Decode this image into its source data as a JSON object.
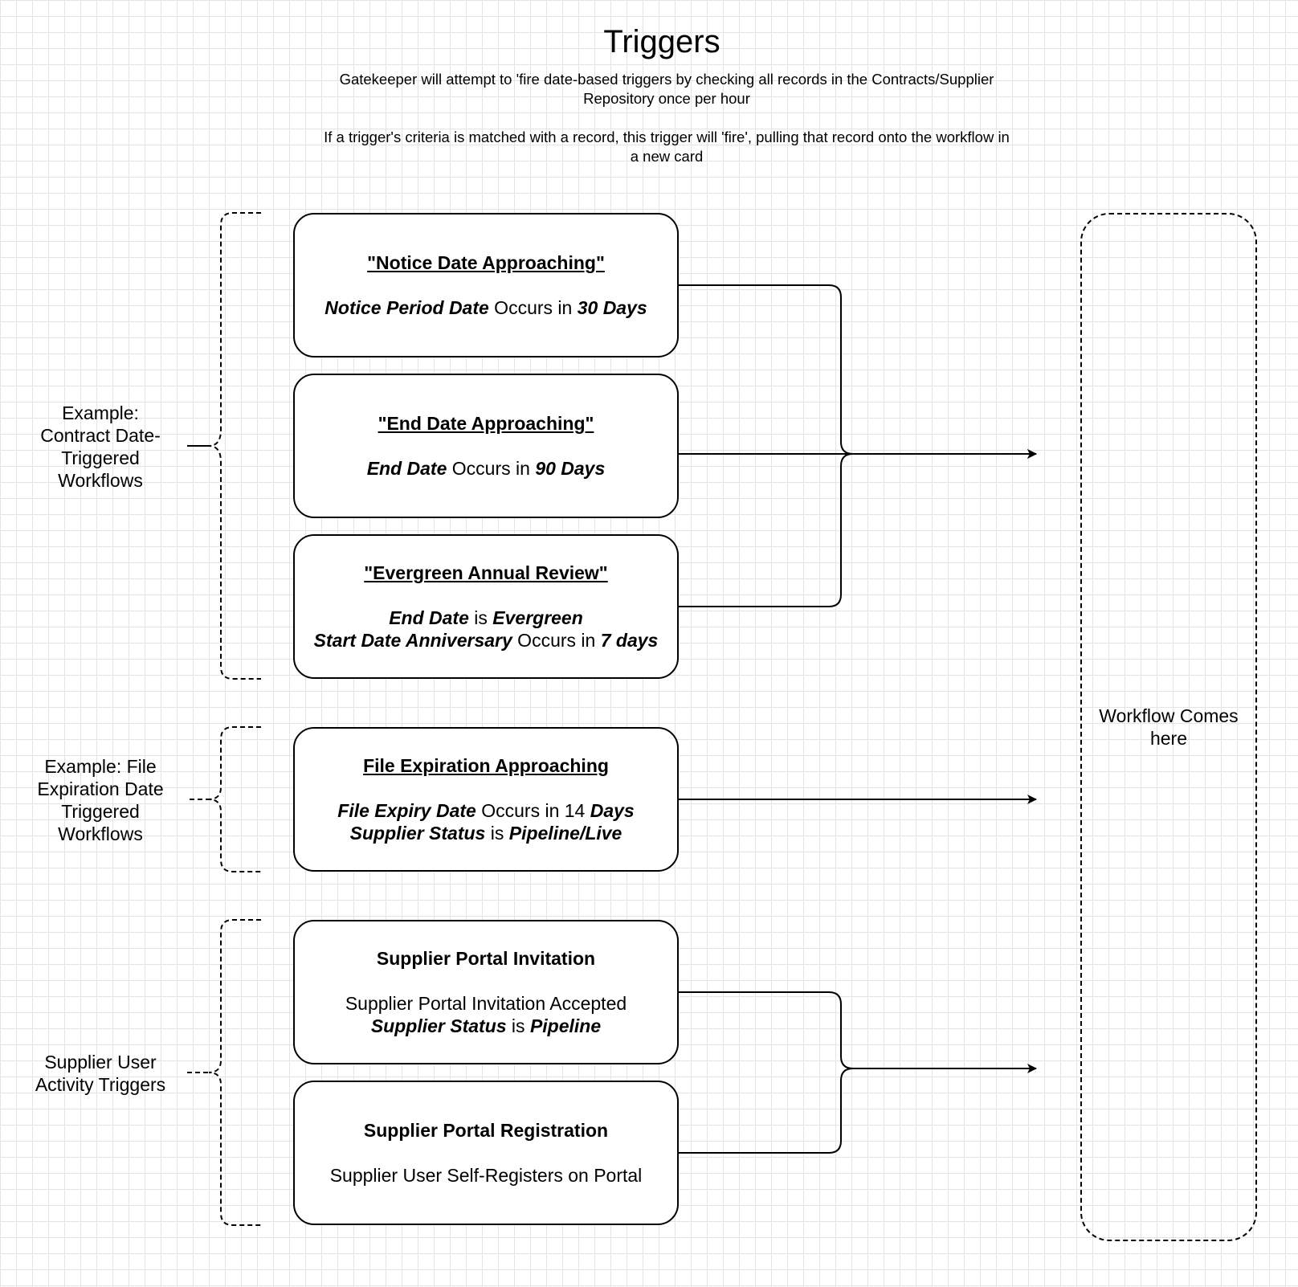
{
  "title": "Triggers",
  "description_1": [
    "Gatekeeper will attempt to 'fire date-based triggers by checking all records in the Contracts/Supplier",
    "Repository once per hour"
  ],
  "description_2": [
    "If a trigger's criteria is matched with a record, this trigger will 'fire', pulling that record onto the workflow in",
    "a new card"
  ],
  "groups": [
    {
      "label": [
        "Example:",
        "Contract Date-",
        "Triggered",
        "Workflows"
      ]
    },
    {
      "label": [
        "Example: File",
        "Expiration Date",
        "Triggered",
        "Workflows"
      ]
    },
    {
      "label": [
        "Supplier User",
        "Activity Triggers"
      ]
    }
  ],
  "cards": [
    {
      "title": "\"Notice Date Approaching\"",
      "lines": [
        [
          {
            "t": "Notice Period Date",
            "s": "bi"
          },
          {
            "t": " Occurs in "
          },
          {
            "t": "30 Days",
            "s": "bi"
          }
        ]
      ]
    },
    {
      "title": "\"End Date Approaching\"",
      "lines": [
        [
          {
            "t": "End Date",
            "s": "bi"
          },
          {
            "t": " Occurs in "
          },
          {
            "t": "90 Days",
            "s": "bi"
          }
        ]
      ]
    },
    {
      "title": "\"Evergreen Annual Review\"",
      "lines": [
        [
          {
            "t": "End Date",
            "s": "bi"
          },
          {
            "t": " is "
          },
          {
            "t": "Evergreen",
            "s": "bi"
          }
        ],
        [
          {
            "t": "Start Date Anniversary",
            "s": "bi"
          },
          {
            "t": " Occurs in "
          },
          {
            "t": "7 days",
            "s": "bi"
          }
        ]
      ]
    },
    {
      "title": "File Expiration Approaching",
      "lines": [
        [
          {
            "t": "File Expiry Date",
            "s": "bi"
          },
          {
            "t": " Occurs in 14 "
          },
          {
            "t": "Days",
            "s": "bi"
          }
        ],
        [
          {
            "t": "Supplier Status",
            "s": "bi"
          },
          {
            "t": " is "
          },
          {
            "t": "Pipeline/Live",
            "s": "bi"
          }
        ]
      ]
    },
    {
      "title": "Supplier Portal Invitation",
      "lines": [
        [
          {
            "t": "Supplier Portal Invitation Accepted"
          }
        ],
        [
          {
            "t": "Supplier Status",
            "s": "bi"
          },
          {
            "t": " is "
          },
          {
            "t": "Pipeline",
            "s": "bi"
          }
        ]
      ]
    },
    {
      "title": "Supplier Portal Registration",
      "lines": [
        [
          {
            "t": "Supplier User Self-Registers on Portal"
          }
        ]
      ]
    }
  ],
  "workflow_label": [
    "Workflow Comes",
    "here"
  ]
}
